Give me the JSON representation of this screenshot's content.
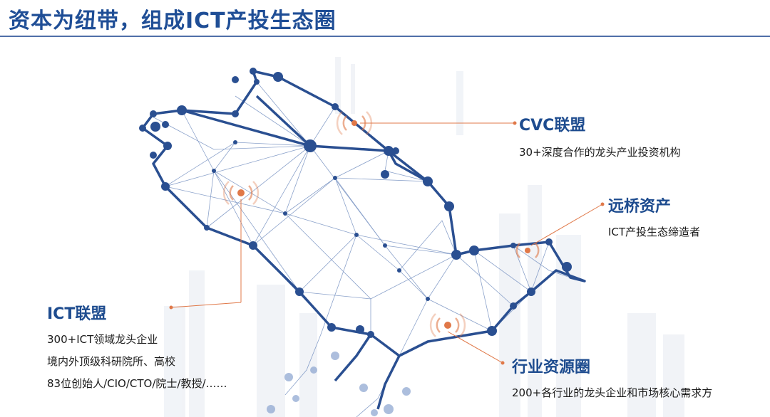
{
  "page_title": "资本为纽带，组成ICT产投生态圈",
  "colors": {
    "title": "#1f4e96",
    "bird": "#2a4f91",
    "accent": "#e07848",
    "label": "#1e4c8f"
  },
  "groups": {
    "cvc": {
      "title": "CVC联盟",
      "lines": [
        "30+深度合作的龙头产业投资机构"
      ]
    },
    "yuanqiao": {
      "title": "远桥资产",
      "lines": [
        "ICT产投生态缔造者"
      ]
    },
    "ict": {
      "title": "ICT联盟",
      "lines": [
        "300+ICT领域龙头企业",
        "境内外顶级科研院所、高校",
        "83位创始人/CIO/CTO/院士/教授/……"
      ]
    },
    "industry": {
      "title": "行业资源圈",
      "lines": [
        "200+各行业的龙头企业和市场核心需求方"
      ]
    }
  }
}
